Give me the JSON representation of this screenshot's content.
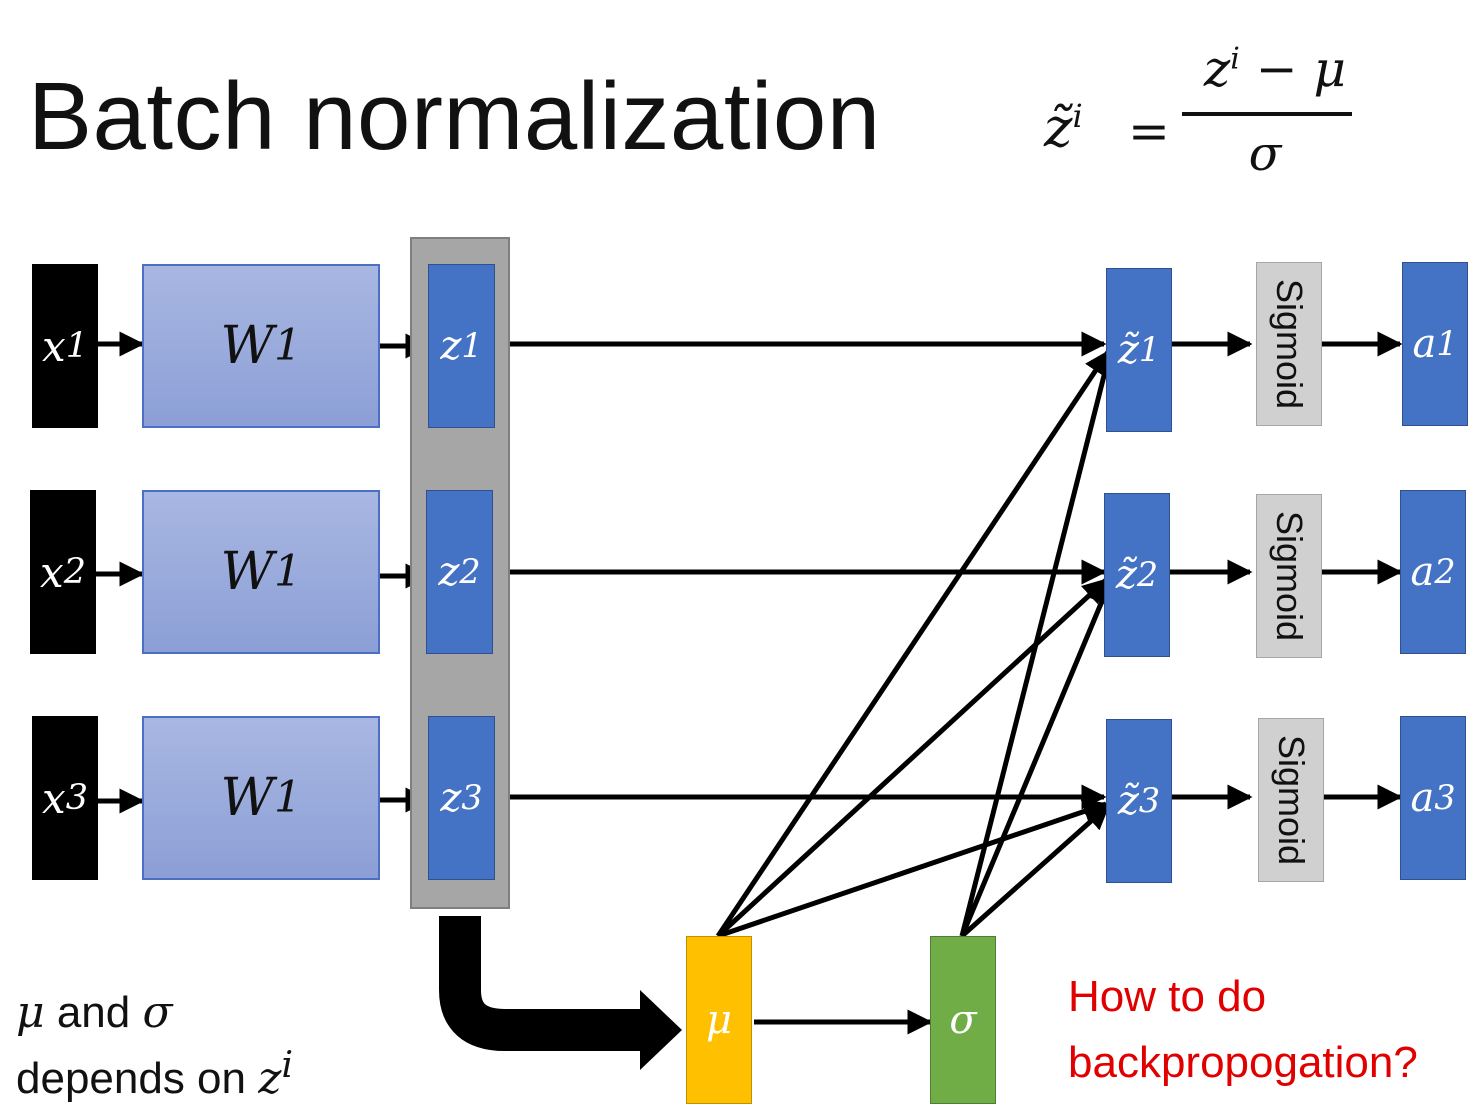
{
  "title": "Batch normalization",
  "formula": {
    "lhs": "z̃",
    "lhs_sup": "i",
    "equals": "=",
    "num_var": "z",
    "num_sup": "i",
    "num_rest": " − μ",
    "den": "σ"
  },
  "inputs": [
    {
      "base": "x",
      "sup": "1"
    },
    {
      "base": "x",
      "sup": "2"
    },
    {
      "base": "x",
      "sup": "3"
    }
  ],
  "weights": [
    {
      "base": "W",
      "sup": "1"
    },
    {
      "base": "W",
      "sup": "1"
    },
    {
      "base": "W",
      "sup": "1"
    }
  ],
  "z": [
    {
      "base": "z",
      "sup": "1"
    },
    {
      "base": "z",
      "sup": "2"
    },
    {
      "base": "z",
      "sup": "3"
    }
  ],
  "z_tilde": [
    {
      "base": "z̃",
      "sup": "1"
    },
    {
      "base": "z̃",
      "sup": "2"
    },
    {
      "base": "z̃",
      "sup": "3"
    }
  ],
  "sigmoid_label": "Sigmoid",
  "a": [
    {
      "base": "a",
      "sup": "1"
    },
    {
      "base": "a",
      "sup": "2"
    },
    {
      "base": "a",
      "sup": "3"
    }
  ],
  "mu_label": "μ",
  "sigma_label": "σ",
  "note": {
    "mu": "μ",
    "and": " and ",
    "sigma": "σ",
    "line2": "depends on ",
    "z": "z",
    "z_sup": "i"
  },
  "question": {
    "line1": "How to do",
    "line2": "backpropogation?"
  },
  "colors": {
    "z_box": "#4472c4",
    "w_box": "#8fa3d8",
    "mu_box": "#ffc000",
    "sigma_box": "#70ad47",
    "question_text": "#e00000"
  }
}
